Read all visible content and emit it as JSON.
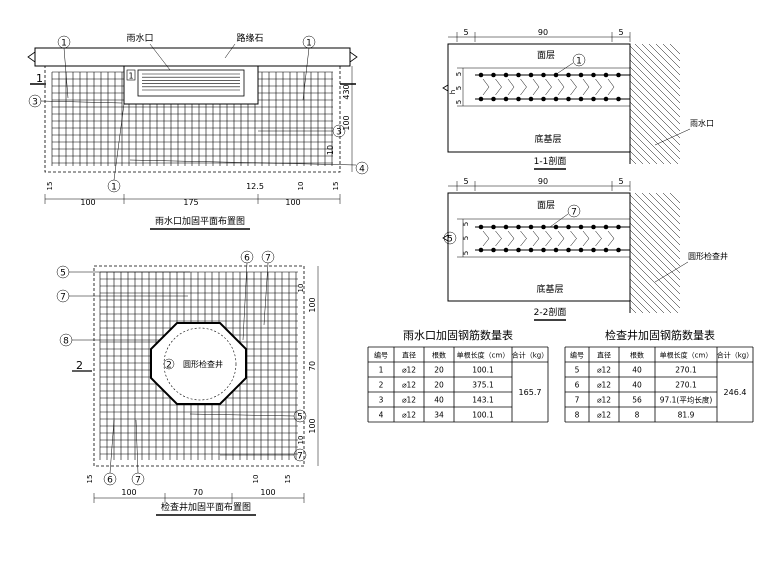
{
  "plan1": {
    "label_inlet": "雨水口",
    "label_curb": "路缘石",
    "section_mark": "1",
    "callouts": [
      "1",
      "1",
      "3",
      "3",
      "4"
    ],
    "dims_right": [
      "430",
      "100",
      "10"
    ],
    "dims_bottom_small": [
      "15",
      "12.5",
      "10",
      "15"
    ],
    "dims_bottom": [
      "100",
      "175",
      "100"
    ],
    "title": "雨水口加固平面布置图"
  },
  "plan2": {
    "label_well": "圆形检查井",
    "section_mark": "2",
    "well_num": "2",
    "callouts": [
      "5",
      "7",
      "8",
      "6",
      "7",
      "5",
      "7",
      "6",
      "7"
    ],
    "dims_right": [
      "10",
      "100",
      "70",
      "100",
      "10"
    ],
    "dims_bottom_small": [
      "15",
      "10",
      "15"
    ],
    "dims_bottom": [
      "100",
      "70",
      "100"
    ],
    "title": "检查井加固平面布置图"
  },
  "section1": {
    "top_dims": [
      "5",
      "90",
      "5"
    ],
    "left_dims": [
      "5",
      "5",
      "5"
    ],
    "h_mark": "h",
    "callout": "1",
    "layer_top": "面层",
    "layer_bottom": "底基层",
    "side_label": "雨水口",
    "title": "1-1剖面"
  },
  "section2": {
    "top_dims": [
      "5",
      "90",
      "5"
    ],
    "left_dims": [
      "5",
      "5",
      "5"
    ],
    "h_mark": "h",
    "callout_left": "5",
    "callout": "7",
    "layer_top": "面层",
    "layer_bottom": "底基层",
    "side_label": "圆形检查井",
    "title": "2-2剖面"
  },
  "table1": {
    "title": "雨水口加固钢筋数量表",
    "headers": [
      "编号",
      "直径",
      "根数",
      "单根长度（cm）",
      "合计（kg）"
    ],
    "rows": [
      [
        "1",
        "⌀12",
        "20",
        "100.1"
      ],
      [
        "2",
        "⌀12",
        "20",
        "375.1"
      ],
      [
        "3",
        "⌀12",
        "40",
        "143.1"
      ],
      [
        "4",
        "⌀12",
        "34",
        "100.1"
      ]
    ],
    "total": "165.7"
  },
  "table2": {
    "title": "检查井加固钢筋数量表",
    "headers": [
      "编号",
      "直径",
      "根数",
      "单根长度（cm）",
      "合计（kg）"
    ],
    "rows": [
      [
        "5",
        "⌀12",
        "40",
        "270.1"
      ],
      [
        "6",
        "⌀12",
        "40",
        "270.1"
      ],
      [
        "7",
        "⌀12",
        "56",
        "97.1(平均长度)"
      ],
      [
        "8",
        "⌀12",
        "8",
        "81.9"
      ]
    ],
    "total": "246.4"
  }
}
